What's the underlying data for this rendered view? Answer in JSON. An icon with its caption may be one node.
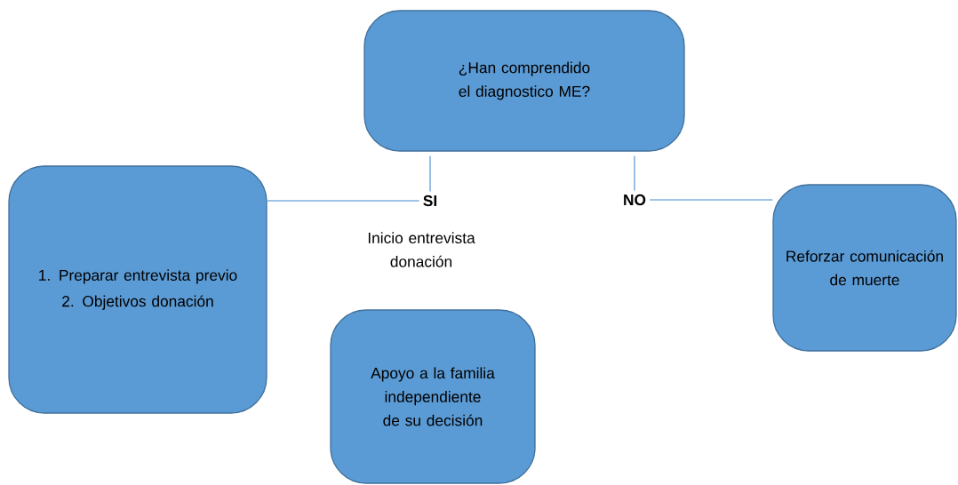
{
  "diagram": {
    "nodes": [
      {
        "text": [
          "¿Han comprendido el diagnostico ME?"
        ]
      },
      {
        "text": [
          "1. Preparar entrevista previo",
          "2. Objetivos donación"
        ]
      },
      {
        "text": [
          "SI"
        ]
      },
      {
        "text": [
          "NO"
        ]
      },
      {
        "text": [
          "Reforzar comunicación de muerte"
        ]
      },
      {
        "text": [
          "Apoyo a la familia independiente de su decisión"
        ]
      }
    ],
    "edges": [
      {
        "from": 0,
        "to": 2,
        "arrow": "none"
      },
      {
        "from": 2,
        "to": 1,
        "arrow": "none"
      },
      {
        "from": 0,
        "to": 3,
        "arrow": "none"
      },
      {
        "from": 3,
        "to": 4,
        "arrow": "none"
      }
    ],
    "labels": [
      "Inicio entrevista donación"
    ]
  }
}
